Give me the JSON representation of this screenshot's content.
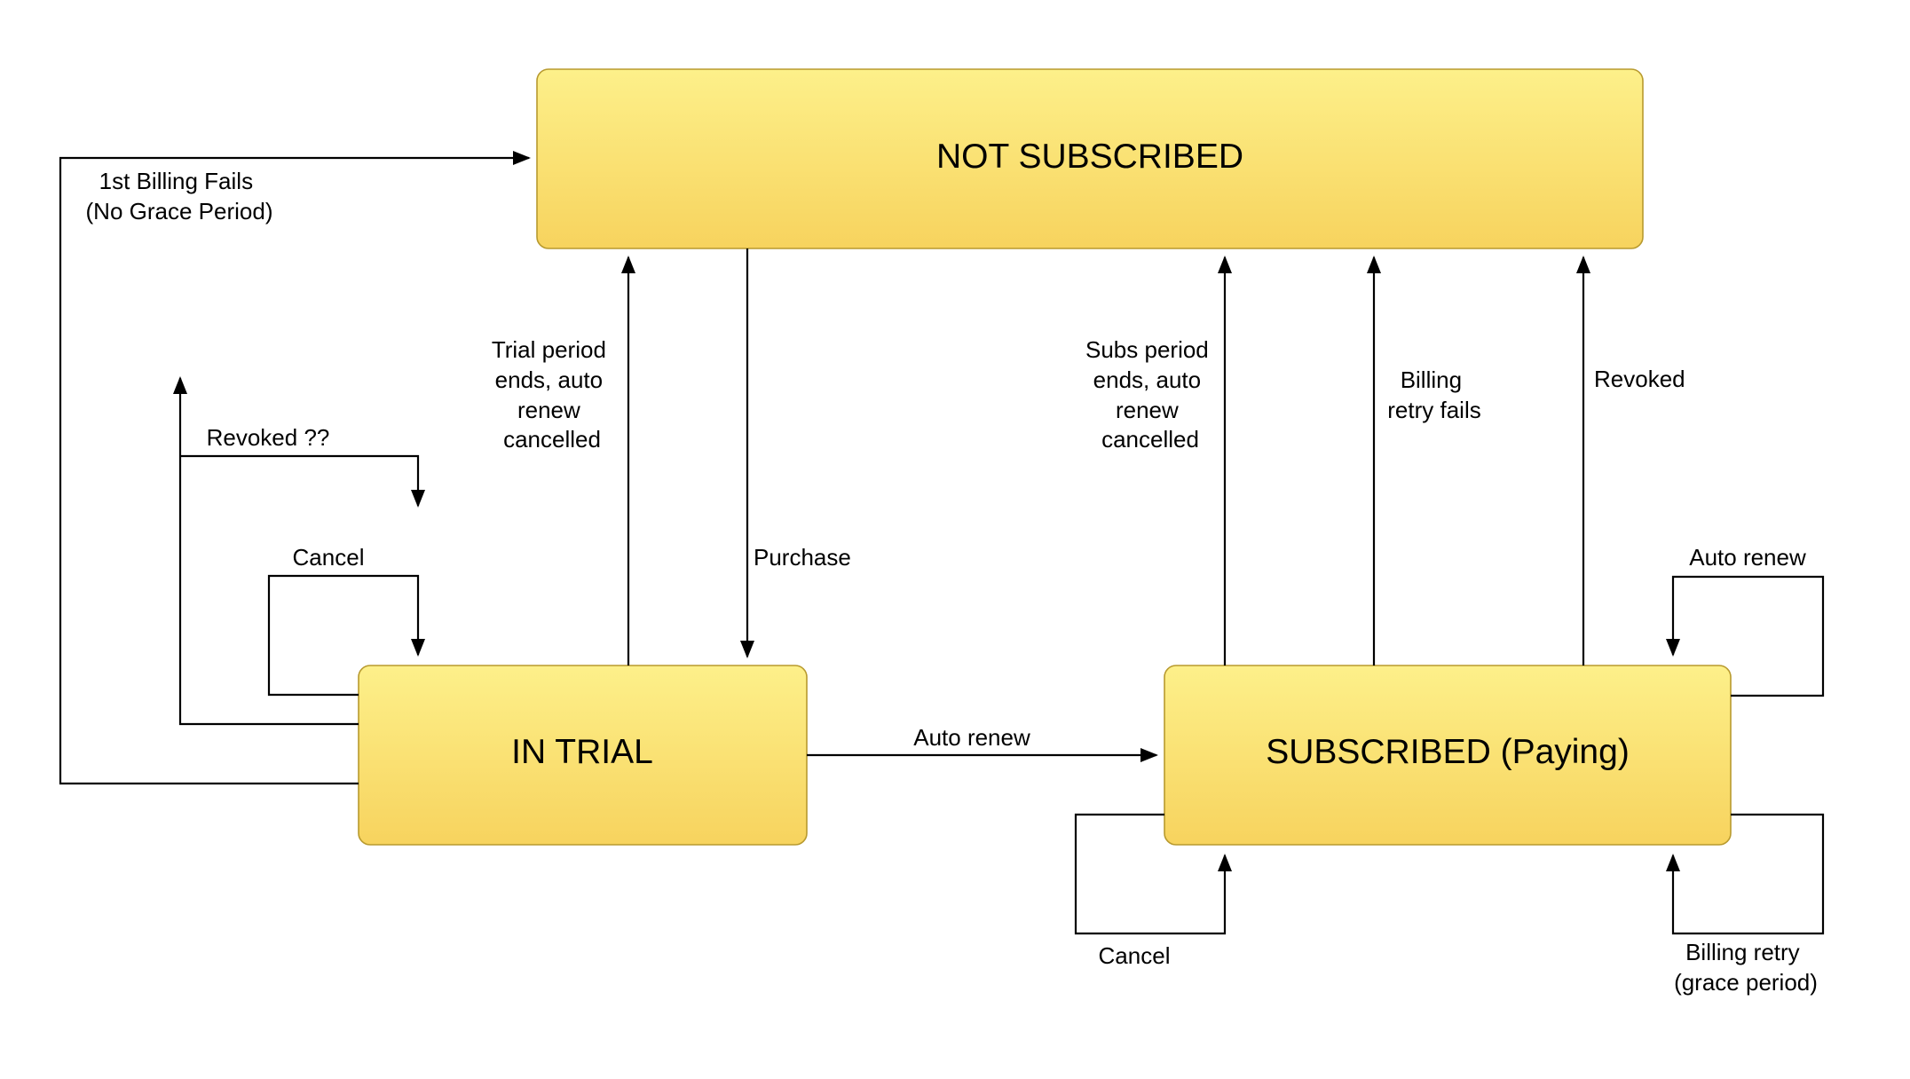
{
  "colors": {
    "state_fill_top": "#fdf08a",
    "state_fill_bottom": "#f7d35e",
    "state_border": "#b89a2e",
    "line": "#000000",
    "text": "#000000",
    "background": "#ffffff"
  },
  "states": {
    "not_subscribed": "NOT SUBSCRIBED",
    "in_trial": "IN TRIAL",
    "subscribed": "SUBSCRIBED (Paying)"
  },
  "transitions": {
    "first_billing_fails": [
      "1st Billing Fails",
      "(No Grace Period)"
    ],
    "revoked_trial": [
      "Revoked ??"
    ],
    "cancel_trial": [
      "Cancel"
    ],
    "trial_ends": [
      "Trial period",
      "ends, auto",
      "renew",
      "cancelled"
    ],
    "purchase": [
      "Purchase"
    ],
    "auto_renew_trial": [
      "Auto renew"
    ],
    "subs_ends": [
      "Subs period",
      "ends,  auto",
      "renew",
      "cancelled"
    ],
    "billing_retry_fails": [
      "Billing",
      "retry fails"
    ],
    "revoked_subscribed": [
      "Revoked"
    ],
    "auto_renew_subscribed": [
      "Auto renew"
    ],
    "cancel_subscribed": [
      "Cancel"
    ],
    "billing_retry": [
      "Billing retry",
      "(grace period)"
    ]
  }
}
